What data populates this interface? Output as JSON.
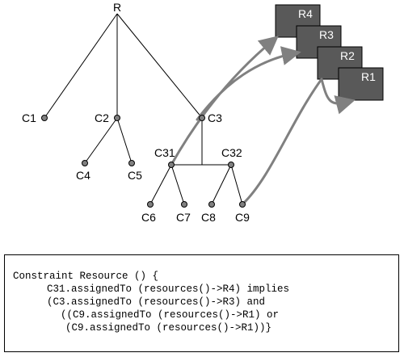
{
  "tree": {
    "root": "R",
    "nodes": {
      "C1": "C1",
      "C2": "C2",
      "C3": "C3",
      "C4": "C4",
      "C5": "C5",
      "C31": "C31",
      "C32": "C32",
      "C6": "C6",
      "C7": "C7",
      "C8": "C8",
      "C9": "C9"
    }
  },
  "resources": [
    "R4",
    "R3",
    "R2",
    "R1"
  ],
  "code": {
    "lines": [
      "Constraint Resource () {",
      "C31.assignedTo (resources()->R4) implies",
      "(C3.assignedTo (resources()->R3) and",
      "((C9.assignedTo (resources()->R1) or",
      "(C9.assignedTo (resources()->R1))}"
    ]
  },
  "colors": {
    "resource_fill": "#595959",
    "arrow": "#808080",
    "node": "#808080",
    "line": "#000000"
  }
}
